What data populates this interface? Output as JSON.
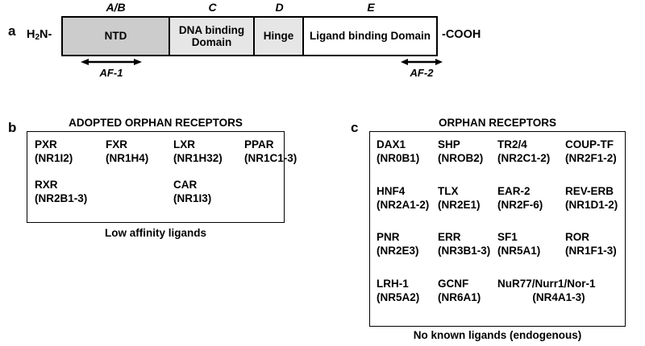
{
  "panel_a": {
    "letter": "a",
    "n_terminus": "H₂N-",
    "c_terminus": "-COOH",
    "domains": [
      {
        "letter": "A/B",
        "label": "NTD",
        "fill": "#cccccc",
        "width": 135
      },
      {
        "letter": "C",
        "label": "DNA binding Domain",
        "fill": "#e6e6e6",
        "width": 105
      },
      {
        "letter": "D",
        "label": "Hinge",
        "fill": "#e6e6e6",
        "width": 61
      },
      {
        "letter": "E",
        "label": "Ligand binding Domain",
        "fill": "#ffffff",
        "width": 166
      }
    ],
    "activation_functions": [
      {
        "label": "AF-1"
      },
      {
        "label": "AF-2"
      }
    ]
  },
  "panel_b": {
    "letter": "b",
    "heading": "ADOPTED ORPHAN RECEPTORS",
    "caption": "Low affinity ligands",
    "receptors": [
      {
        "name": "PXR",
        "code": "(NR1I2)"
      },
      {
        "name": "FXR",
        "code": "(NR1H4)"
      },
      {
        "name": "LXR",
        "code": "(NR1H32)"
      },
      {
        "name": "PPAR",
        "code": "(NR1C1-3)"
      },
      {
        "name": "RXR",
        "code": "(NR2B1-3)"
      },
      {
        "name": "",
        "code": ""
      },
      {
        "name": "CAR",
        "code": "(NR1I3)"
      },
      {
        "name": "",
        "code": ""
      }
    ]
  },
  "panel_c": {
    "letter": "c",
    "heading": "ORPHAN RECEPTORS",
    "caption": "No known ligands (endogenous)",
    "receptors": [
      {
        "name": "DAX1",
        "code": "(NR0B1)"
      },
      {
        "name": "SHP",
        "code": "(NROB2)"
      },
      {
        "name": "TR2/4",
        "code": "(NR2C1-2)"
      },
      {
        "name": "COUP-TF",
        "code": "(NR2F1-2)"
      },
      {
        "name": "HNF4",
        "code": "(NR2A1-2)"
      },
      {
        "name": "TLX",
        "code": "(NR2E1)"
      },
      {
        "name": "EAR-2",
        "code": "(NR2F-6)"
      },
      {
        "name": "REV-ERB",
        "code": "(NR1D1-2)"
      },
      {
        "name": "PNR",
        "code": "(NR2E3)"
      },
      {
        "name": "ERR",
        "code": "(NR3B1-3)"
      },
      {
        "name": "SF1",
        "code": "(NR5A1)"
      },
      {
        "name": "ROR",
        "code": "(NR1F1-3)"
      },
      {
        "name": "LRH-1",
        "code": "(NR5A2)"
      },
      {
        "name": "GCNF",
        "code": "(NR6A1)"
      },
      {
        "name": "NuR77/Nurr1/Nor-1",
        "code": "(NR4A1-3)"
      }
    ]
  }
}
